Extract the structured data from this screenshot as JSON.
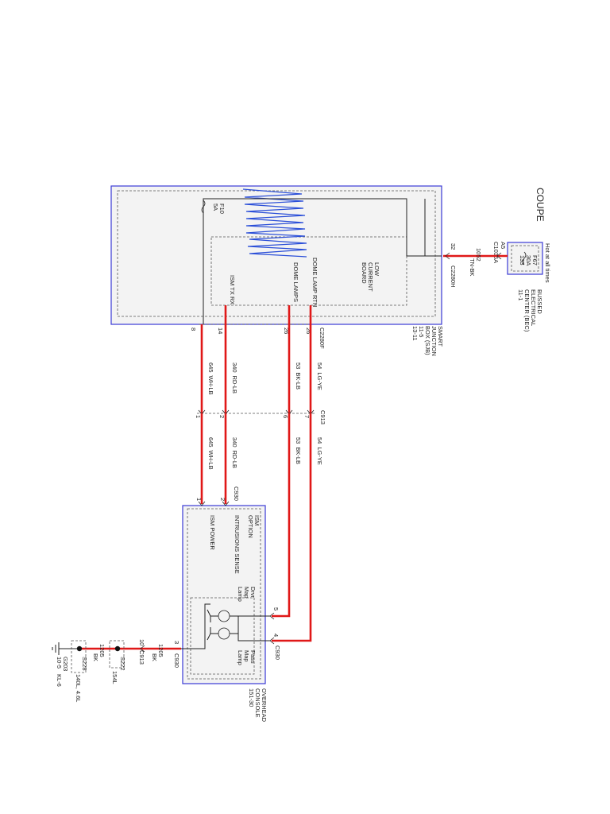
{
  "title": "COUPE",
  "bec": {
    "hot_label": "Hot at all times",
    "fuse": "F67",
    "amps": "30A",
    "number": "133",
    "name_lines": [
      "BUSSED",
      "ELECTRICAL",
      "CENTER (BEC)",
      "11-1"
    ],
    "connector": "C1035A",
    "pin": "A5"
  },
  "bec_to_sjb_wire": {
    "circuit": "1052",
    "color": "TN-BK"
  },
  "sjb": {
    "fuse": "F10",
    "amps": "5A",
    "input_connector": "C2280H",
    "input_pin": "32",
    "output_connector": "C2280F",
    "name_lines": [
      "SMART",
      "JUNCTION",
      "BOX (SJB)",
      "11-5",
      "13-11"
    ],
    "lcb_lines": [
      "LOW",
      "CURRENT",
      "BOARD"
    ],
    "outputs": [
      "DOME LAMP RTN",
      "DOME LAMPS",
      "ISM TX RX"
    ],
    "pins": [
      "26",
      "26",
      "14",
      "8"
    ]
  },
  "wires_upper": [
    {
      "circuit": "54",
      "color": "LG-YE"
    },
    {
      "circuit": "53",
      "color": "BK-LB"
    },
    {
      "circuit": "340",
      "color": "RD-LB"
    },
    {
      "circuit": "645",
      "color": "WH-LB"
    }
  ],
  "c913": {
    "label": "C913",
    "pins": [
      "7",
      "6",
      "2",
      "1"
    ]
  },
  "wires_lower": [
    {
      "circuit": "54",
      "color": "LG-YE"
    },
    {
      "circuit": "53",
      "color": "BK-LB"
    },
    {
      "circuit": "340",
      "color": "RD-LB"
    },
    {
      "circuit": "645",
      "color": "WH-LB"
    }
  ],
  "console": {
    "connector": "C930",
    "pins_ism": [
      "2",
      "1"
    ],
    "ism_lines": [
      "ISM",
      "OPTION"
    ],
    "intrusion": "INTRUSIONS SENSE",
    "ism_power": "ISM POWER",
    "drv_lines": [
      "Drvr",
      "Map",
      "Lamp"
    ],
    "pass_lines": [
      "Pass",
      "Map",
      "Lamp"
    ],
    "lamp_pins": [
      "5",
      "4"
    ],
    "ground_pin": "3",
    "ground_connector": "C930",
    "name_lines": [
      "OVERHEAD",
      "CONSOLE",
      "151-30"
    ]
  },
  "ground_path": {
    "circuit": "1205",
    "color": "BK",
    "c913_pin": "10",
    "c913_label": "C913",
    "s222": "S222",
    "s222_ref": "154L",
    "s228": "S228",
    "s228_ref": "140L, 4.6L",
    "wire2_circuit": "1205",
    "wire2_color": "BK",
    "ground": "G203",
    "ground_ref": "10-5",
    "ground_ref2": "KL-6"
  }
}
